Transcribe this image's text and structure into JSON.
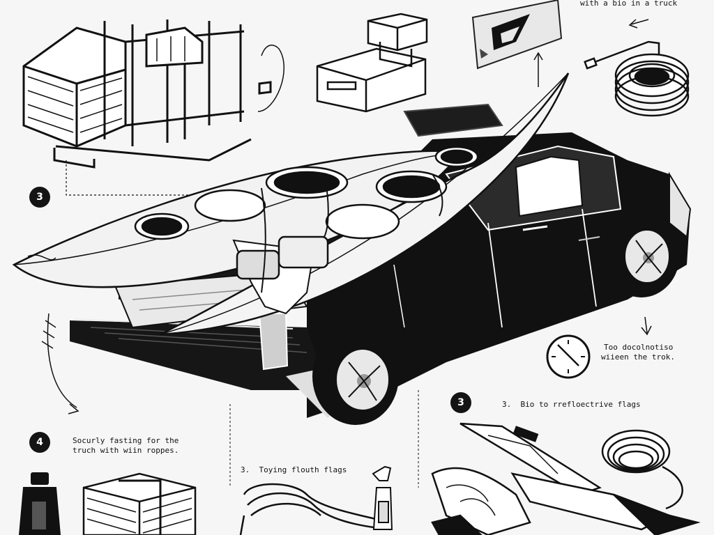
{
  "captions": {
    "top_right": "with a bio in a truck",
    "middle_right_line1": "Too docolnotiso",
    "middle_right_line2": "wiieen the trok.",
    "bottom_right_heading": "3.  Bio to rrefloectrive flags",
    "bottom_left_line1": "Socurly fasting for the",
    "bottom_left_line2": "truch with wiin roppes.",
    "bottom_center": "3.  Toying flouth flags"
  },
  "step_badges": {
    "left_middle": "3",
    "right_bottom": "3",
    "left_bottom": "4"
  },
  "icons": [
    "wooden-crate-icon",
    "storage-box-icon",
    "tag-sign-icon",
    "hose-coil-icon",
    "kayak-icon",
    "pickup-truck-icon",
    "compass-icon",
    "rope-coil-icon",
    "bottle-icon",
    "spray-bottle-icon",
    "lumber-bundle-icon",
    "paddle-icon"
  ]
}
